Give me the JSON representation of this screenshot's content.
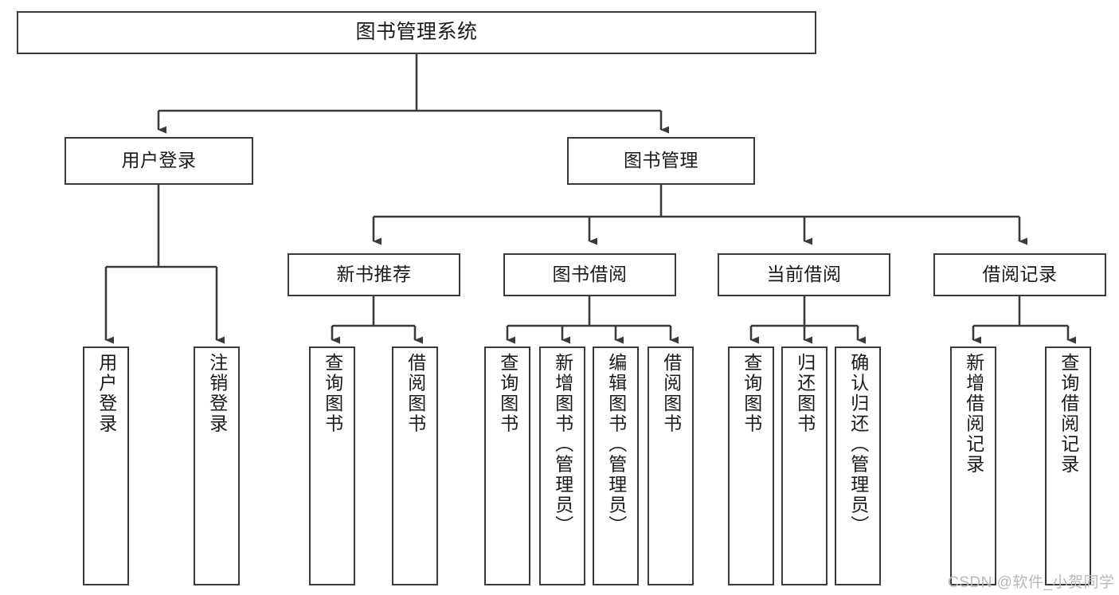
{
  "diagram": {
    "type": "hierarchy-tree",
    "title": "图书管理系统",
    "root": {
      "label": "图书管理系统"
    },
    "level2": [
      {
        "label": "用户登录"
      },
      {
        "label": "图书管理"
      }
    ],
    "level3": [
      {
        "label": "新书推荐"
      },
      {
        "label": "图书借阅"
      },
      {
        "label": "当前借阅"
      },
      {
        "label": "借阅记录"
      }
    ],
    "leaves": {
      "user_login": [
        {
          "label": "用户登录"
        },
        {
          "label": "注销登录"
        }
      ],
      "new_book_recommend": [
        {
          "label": "查询图书"
        },
        {
          "label": "借阅图书"
        }
      ],
      "book_borrow": [
        {
          "label": "查询图书"
        },
        {
          "label": "新增图书（管理员）"
        },
        {
          "label": "编辑图书（管理员）"
        },
        {
          "label": "借阅图书"
        }
      ],
      "current_borrow": [
        {
          "label": "查询图书"
        },
        {
          "label": "归还图书"
        },
        {
          "label": "确认归还（管理员）"
        }
      ],
      "borrow_record": [
        {
          "label": "新增借阅记录"
        },
        {
          "label": "查询借阅记录"
        }
      ]
    }
  },
  "watermark": {
    "text": "CSDN @软件_小贺同学"
  },
  "colors": {
    "stroke": "#3a3a3a",
    "background": "#ffffff",
    "text": "#1a1a1a",
    "watermark": "#b9b9b9"
  }
}
